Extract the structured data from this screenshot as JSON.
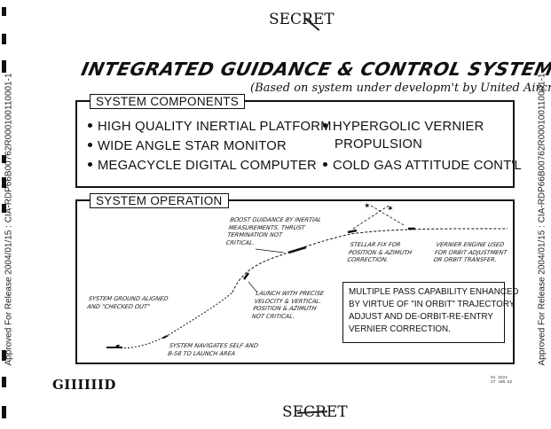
{
  "classification_top": "SECRET",
  "classification_bottom": "SECRET",
  "side_stamp_left": "Approved For Release 2004/01/15 : CIA-RDP66B00762R000100110001-1",
  "side_stamp_right": "Approved For Release 2004/01/15 : CIA-RDP66B00762R000100110001-1",
  "title": "INTEGRATED GUIDANCE & CONTROL SYSTEM",
  "subtitle": "(Based on system under developm't by United Aircraft)",
  "components": {
    "label": "SYSTEM COMPONENTS",
    "items_left": [
      "HIGH QUALITY INERTIAL PLATFORM",
      "WIDE ANGLE STAR MONITOR",
      "MEGACYCLE DIGITAL COMPUTER"
    ],
    "items_right": [
      "HYPERGOLIC VERNIER",
      "PROPULSION",
      "COLD GAS ATTITUDE CONT'L"
    ]
  },
  "operation": {
    "label": "SYSTEM OPERATION",
    "notes": {
      "ground": "SYSTEM GROUND ALIGNED\nAND \"CHECKED OUT\"",
      "navigates": "SYSTEM NAVIGATES SELF AND\nB-58 TO LAUNCH AREA",
      "launch": "LAUNCH WITH PRECISE\nVELOCITY & VERTICAL.\nPOSITION & AZIMUTH\nNOT CRITICAL.",
      "boost": "BOOST GUIDANCE BY INERTIAL\nMEASUREMENTS. THRUST\nTERMINATION NOT\nCRITICAL.",
      "stellar": "STELLAR FIX FOR\nPOSITION & AZIMUTH\nCORRECTION.",
      "vernier": "VERNIER ENGINE USED\nFOR ORBIT ADJUSTMENT\nOR ORBIT TRANSFER."
    },
    "callout": "MULTIPLE PASS CAPABILITY ENHANCED\nBY VIRTUE OF \"IN ORBIT\" TRAJECTORY\nADJUST AND DE-ORBIT-RE-ENTRY\nVERNIER CORRECTION."
  },
  "logo": "GIIIIIID",
  "footnote": "01 3222\n27 JUN 62"
}
